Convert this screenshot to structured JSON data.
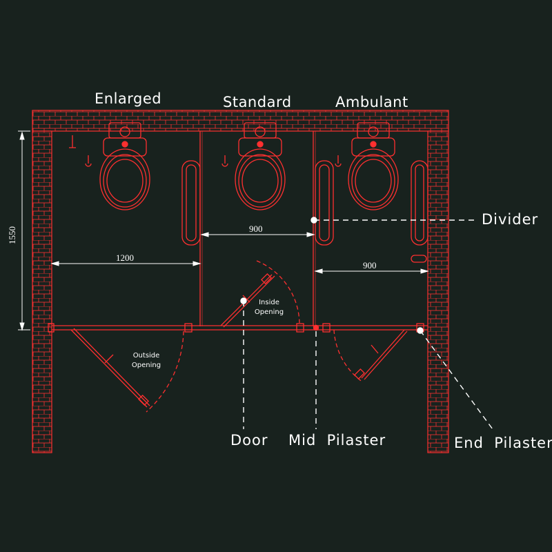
{
  "headings": {
    "enlarged": "Enlarged",
    "standard": "Standard",
    "ambulant": "Ambulant"
  },
  "dimensions": {
    "height": "1550",
    "enlarged_width": "1200",
    "standard_width": "900",
    "ambulant_width": "900"
  },
  "annotations": {
    "inside_opening_1": "Inside",
    "inside_opening_2": "Opening",
    "outside_opening_1": "Outside",
    "outside_opening_2": "Opening"
  },
  "callouts": {
    "divider": "Divider",
    "door": "Door",
    "mid_pilaster": "Mid  Pilaster",
    "end_pilaster": "End  Pilaster"
  },
  "colors": {
    "background": "#18221e",
    "line": "#ff3030",
    "text": "#ffffff"
  }
}
